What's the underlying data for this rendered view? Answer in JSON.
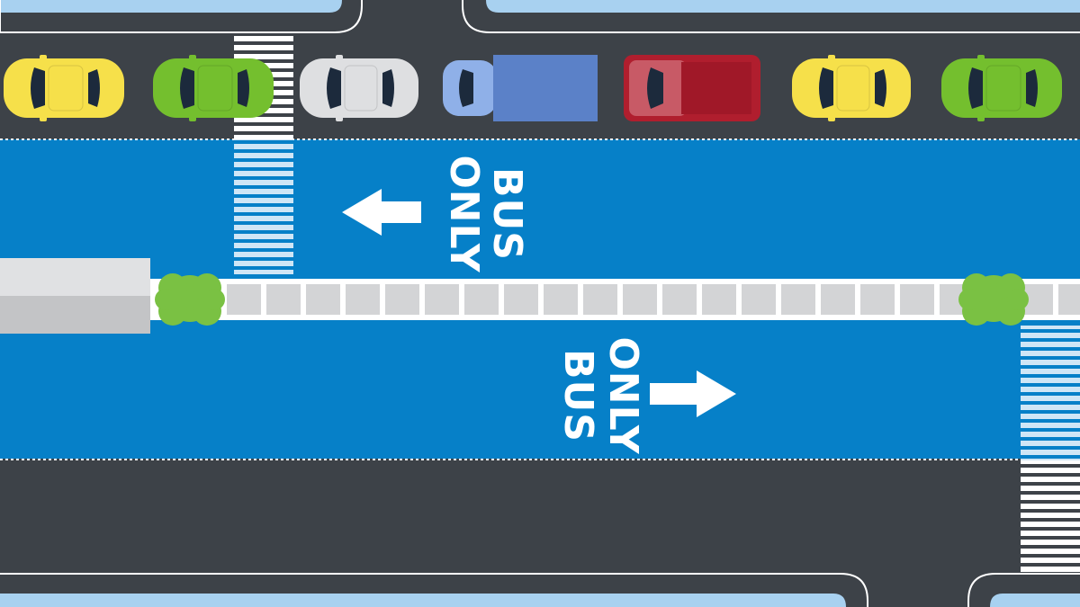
{
  "scene": {
    "colors": {
      "asphalt": "#3d4248",
      "bus_lane": "#0680c8",
      "sidewalk": "#a8d1f0",
      "curb_line": "#ffffff",
      "median": "#d3d4d6",
      "crosswalk_stripe": "#ffffff",
      "tree": "#7ac143",
      "platform_top": "#e0e1e3",
      "platform_bottom": "#c3c4c6"
    },
    "upper_bus_lane": {
      "marking_line1": "ONLY",
      "marking_line2": "BUS",
      "arrow_icon": "arrow-left-icon"
    },
    "lower_bus_lane": {
      "marking_line1": "ONLY",
      "marking_line2": "BUS",
      "arrow_icon": "arrow-right-icon"
    },
    "vehicles": [
      {
        "type": "car",
        "color": "#f6e04a",
        "icon": "yellow-car-icon"
      },
      {
        "type": "car",
        "color": "#74bf2e",
        "icon": "green-car-icon"
      },
      {
        "type": "car",
        "color": "#dedfe1",
        "icon": "white-car-icon"
      },
      {
        "type": "truck",
        "color": "#5b81c8",
        "icon": "blue-truck-icon"
      },
      {
        "type": "pickup",
        "color": "#b01e2e",
        "icon": "red-pickup-icon"
      },
      {
        "type": "car",
        "color": "#f6e04a",
        "icon": "yellow-car-icon"
      },
      {
        "type": "car",
        "color": "#74bf2e",
        "icon": "green-car-icon"
      }
    ],
    "trees": [
      "tree-icon",
      "tree-icon"
    ]
  }
}
